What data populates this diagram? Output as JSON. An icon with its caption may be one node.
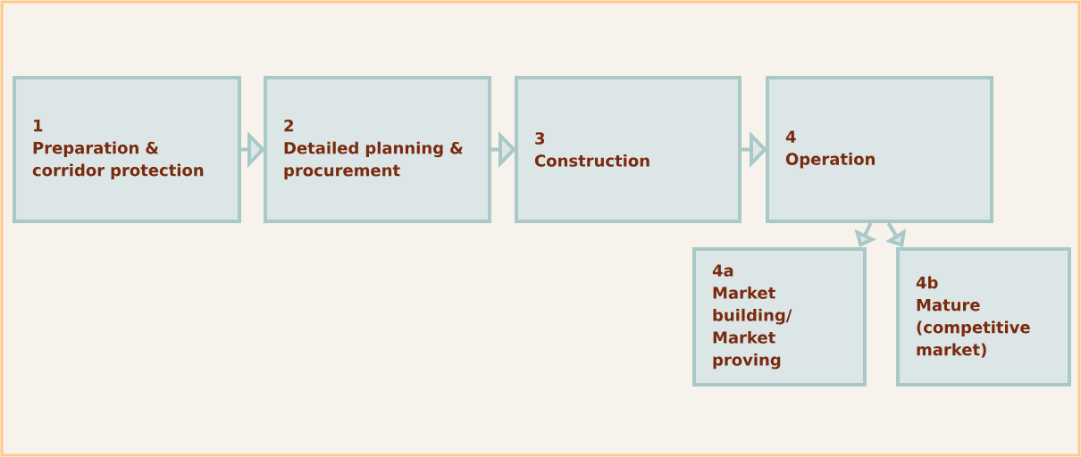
{
  "diagram": {
    "nodes": [
      {
        "text": [
          "1",
          "Preparation & corridor protection"
        ]
      },
      {
        "text": [
          "2",
          "Detailed planning & procurement"
        ]
      },
      {
        "text": [
          "3",
          "Construction"
        ]
      },
      {
        "text": [
          "4",
          "Operation"
        ]
      },
      {
        "text": [
          "4a",
          "Market building/ Market proving"
        ]
      },
      {
        "text": [
          "4b",
          "Mature (competitive market)"
        ]
      }
    ],
    "edges": [
      {
        "from": 0,
        "to": 1,
        "arrow": "to"
      },
      {
        "from": 1,
        "to": 2,
        "arrow": "to"
      },
      {
        "from": 2,
        "to": 3,
        "arrow": "to"
      },
      {
        "from": 3,
        "to": 4,
        "arrow": "to"
      },
      {
        "from": 3,
        "to": 5,
        "arrow": "to"
      }
    ]
  }
}
